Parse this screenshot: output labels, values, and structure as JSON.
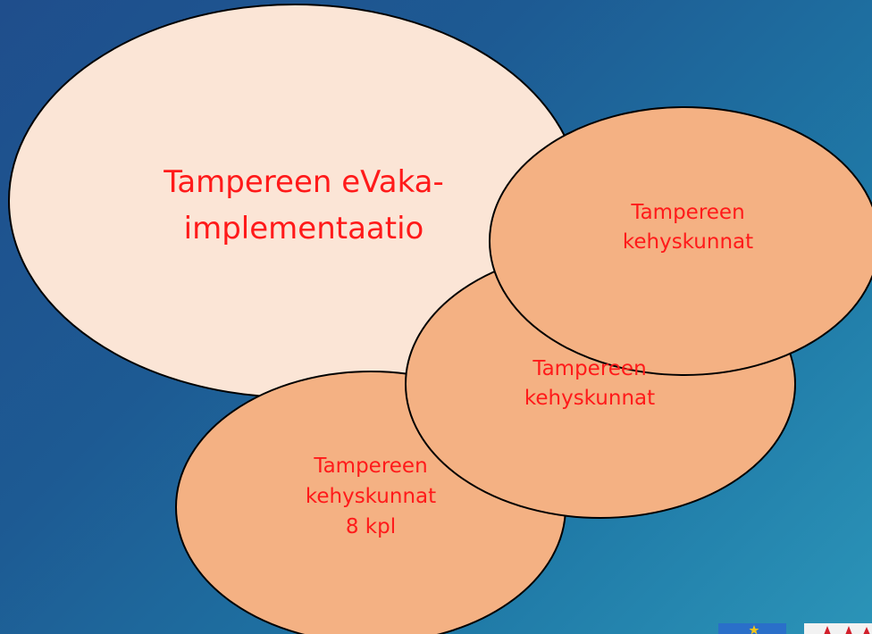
{
  "diagram": {
    "main": {
      "lines": [
        "Tampereen eVaka-",
        "implementaatio"
      ],
      "fill": "#fbe5d6"
    },
    "top_right": {
      "lines": [
        "Tampereen",
        "kehyskunnat"
      ],
      "fill": "#f4b183"
    },
    "middle": {
      "lines": [
        "Tampereen",
        "kehyskunnat"
      ],
      "fill": "#f4b183"
    },
    "bottom": {
      "lines": [
        "Tampereen",
        "kehyskunnat",
        "8 kpl"
      ],
      "fill": "#f4b183"
    },
    "text_color": "#ff0000",
    "outline_color": "#000000"
  },
  "logos": [
    {
      "name": "municipal-crest-blue",
      "color": "#2a6fc9"
    },
    {
      "name": "municipal-crest-white",
      "color": "#f2f2f2"
    }
  ]
}
